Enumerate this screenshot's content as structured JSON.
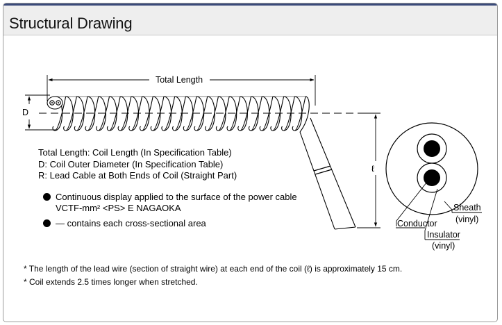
{
  "title": "Structural Drawing",
  "dimensions": {
    "total_length": "Total Length",
    "d": "D",
    "ell": "ℓ"
  },
  "descriptions": [
    "Total Length: Coil Length (In Specification Table)",
    "D: Coil Outer Diameter (In Specification Table)",
    "R: Lead Cable at Both Ends of Coil (Straight Part)"
  ],
  "bullets": {
    "continuous": "Continuous display applied to the surface of the power cable",
    "marking": "VCTF-mm² <PS> E NAGAOKA",
    "area": "— contains each cross-sectional area"
  },
  "cross_section": {
    "conductor": "Conductor",
    "insulator": "Insulator",
    "insulator_material": "(vinyl)",
    "sheath": "Sheath",
    "sheath_material": "(vinyl)"
  },
  "notes": [
    "* The length of the lead wire (section of straight wire) at each end of the coil (ℓ) is approximately 15 cm.",
    "* Coil extends 2.5 times longer when stretched."
  ]
}
